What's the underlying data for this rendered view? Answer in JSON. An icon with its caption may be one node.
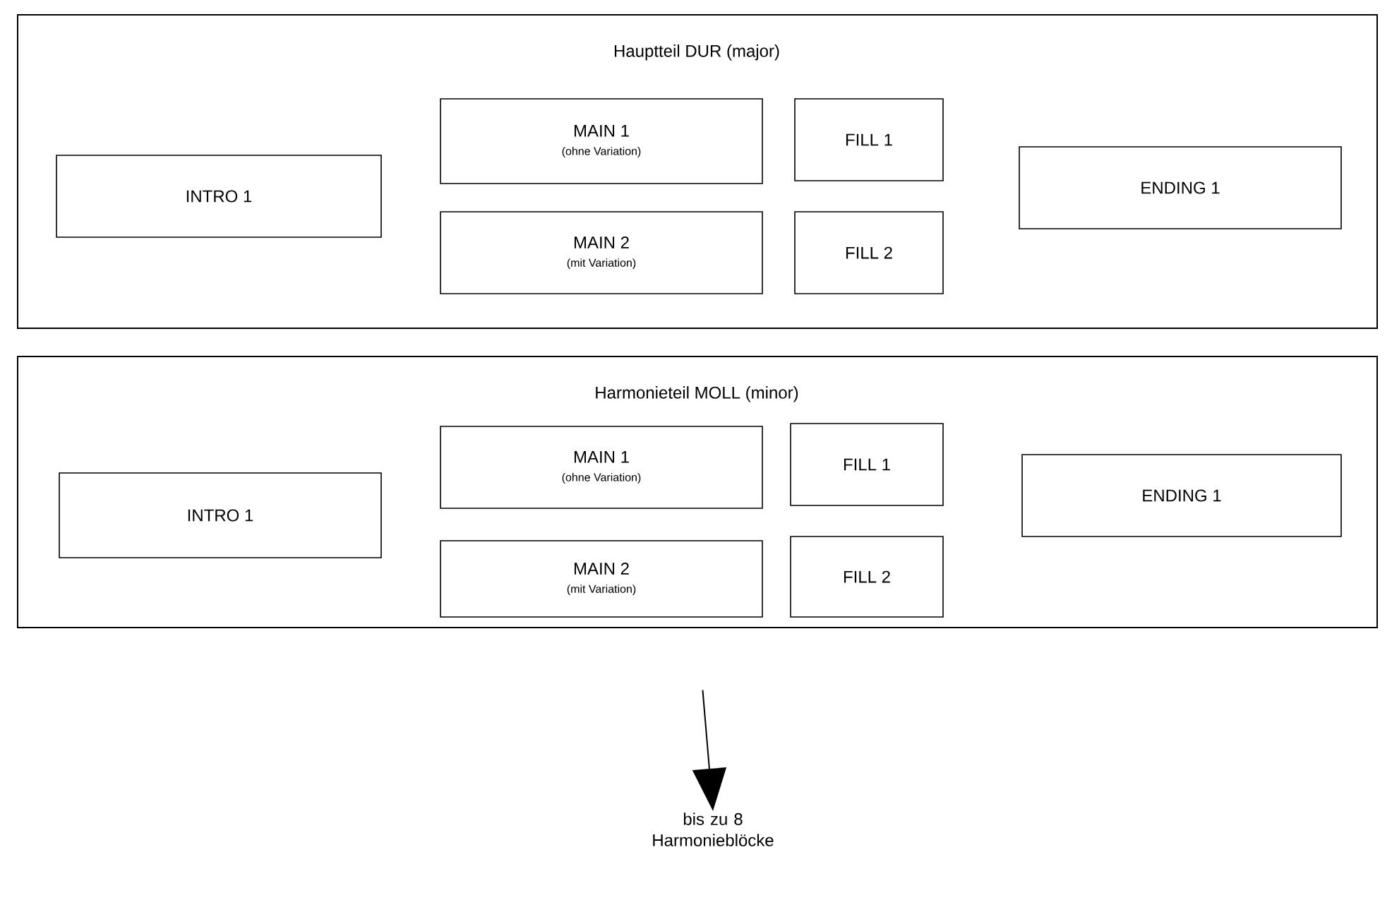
{
  "diagram": {
    "nodes": [
      {
        "text": [
          "Hauptteil DUR (major)"
        ]
      },
      {
        "text": [
          "INTRO 1"
        ],
        "in": 0
      },
      {
        "text": [
          "MAIN 1",
          "(ohne Variation)"
        ],
        "in": 0
      },
      {
        "text": [
          "MAIN 2",
          "(mit Variation)"
        ],
        "in": 0
      },
      {
        "text": [
          "FILL 1"
        ],
        "in": 0
      },
      {
        "text": [
          "FILL 2"
        ],
        "in": 0
      },
      {
        "text": [
          "ENDING 1"
        ],
        "in": 0
      },
      {
        "text": [
          "Harmonieteil MOLL (minor)"
        ]
      },
      {
        "text": [
          "INTRO 1"
        ],
        "in": 7
      },
      {
        "text": [
          "MAIN 1",
          "(ohne Variation)"
        ],
        "in": 7
      },
      {
        "text": [
          "MAIN 2",
          "(mit Variation)"
        ],
        "in": 7
      },
      {
        "text": [
          "FILL 1"
        ],
        "in": 7
      },
      {
        "text": [
          "FILL 2"
        ],
        "in": 7
      },
      {
        "text": [
          "ENDING 1"
        ],
        "in": 7
      },
      {
        "text": [
          "bis zu 8 Harmonieblöcke"
        ]
      }
    ],
    "edges": [
      {
        "from": 7,
        "to": 14,
        "arrow": "to"
      }
    ]
  }
}
